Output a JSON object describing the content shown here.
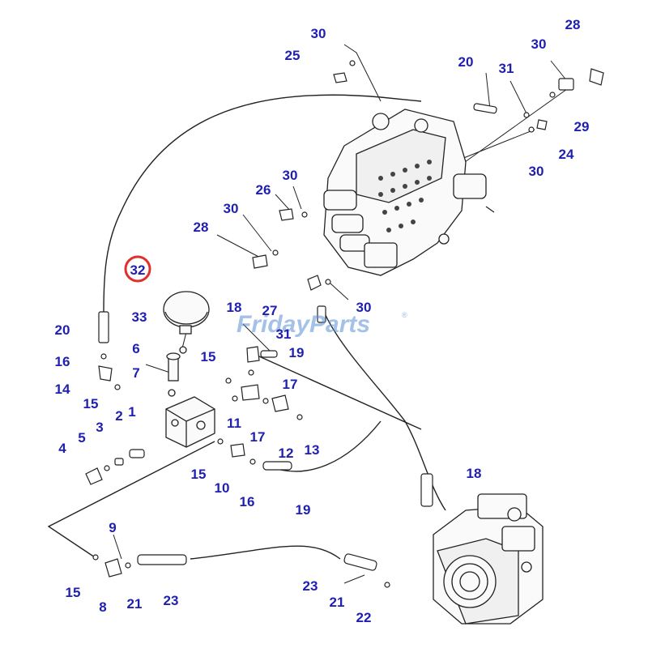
{
  "diagram": {
    "highlight_color": "#e0302a",
    "callout_color": "#1f1fb0",
    "watermark": {
      "brand": "FridayParts",
      "mark": "®"
    },
    "highlighted_part": "32",
    "callouts": [
      "30",
      "25",
      "30",
      "28",
      "20",
      "31",
      "30",
      "29",
      "24",
      "30",
      "30",
      "26",
      "30",
      "28",
      "32",
      "33",
      "18",
      "27",
      "30",
      "31",
      "19",
      "20",
      "6",
      "15",
      "16",
      "7",
      "17",
      "14",
      "15",
      "1",
      "11",
      "2",
      "17",
      "3",
      "5",
      "12",
      "13",
      "4",
      "15",
      "10",
      "16",
      "19",
      "18",
      "9",
      "15",
      "8",
      "21",
      "23",
      "23",
      "21",
      "22"
    ]
  }
}
